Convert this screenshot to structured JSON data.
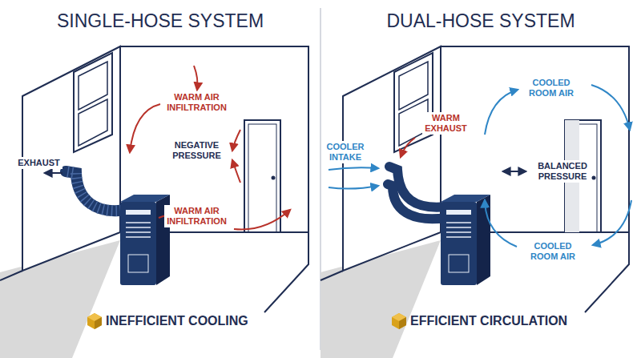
{
  "diagram": {
    "labels": [
      "SINGLE-HOSE SYSTEM",
      "DUAL-HOSE SYSTEM",
      "EXHAUST",
      "WARM AIR INFILTRATION",
      "NEGATIVE PRESSURE",
      "WARM AIR INFILTRATION",
      "INEFFICIENT COOLING",
      "COOLER INTAKE",
      "WARM EXHAUST",
      "COOLED ROOM AIR",
      "BALANCED PRESSURE",
      "COOLED ROOM AIR",
      "EFFICIENT CIRCULATION"
    ]
  }
}
